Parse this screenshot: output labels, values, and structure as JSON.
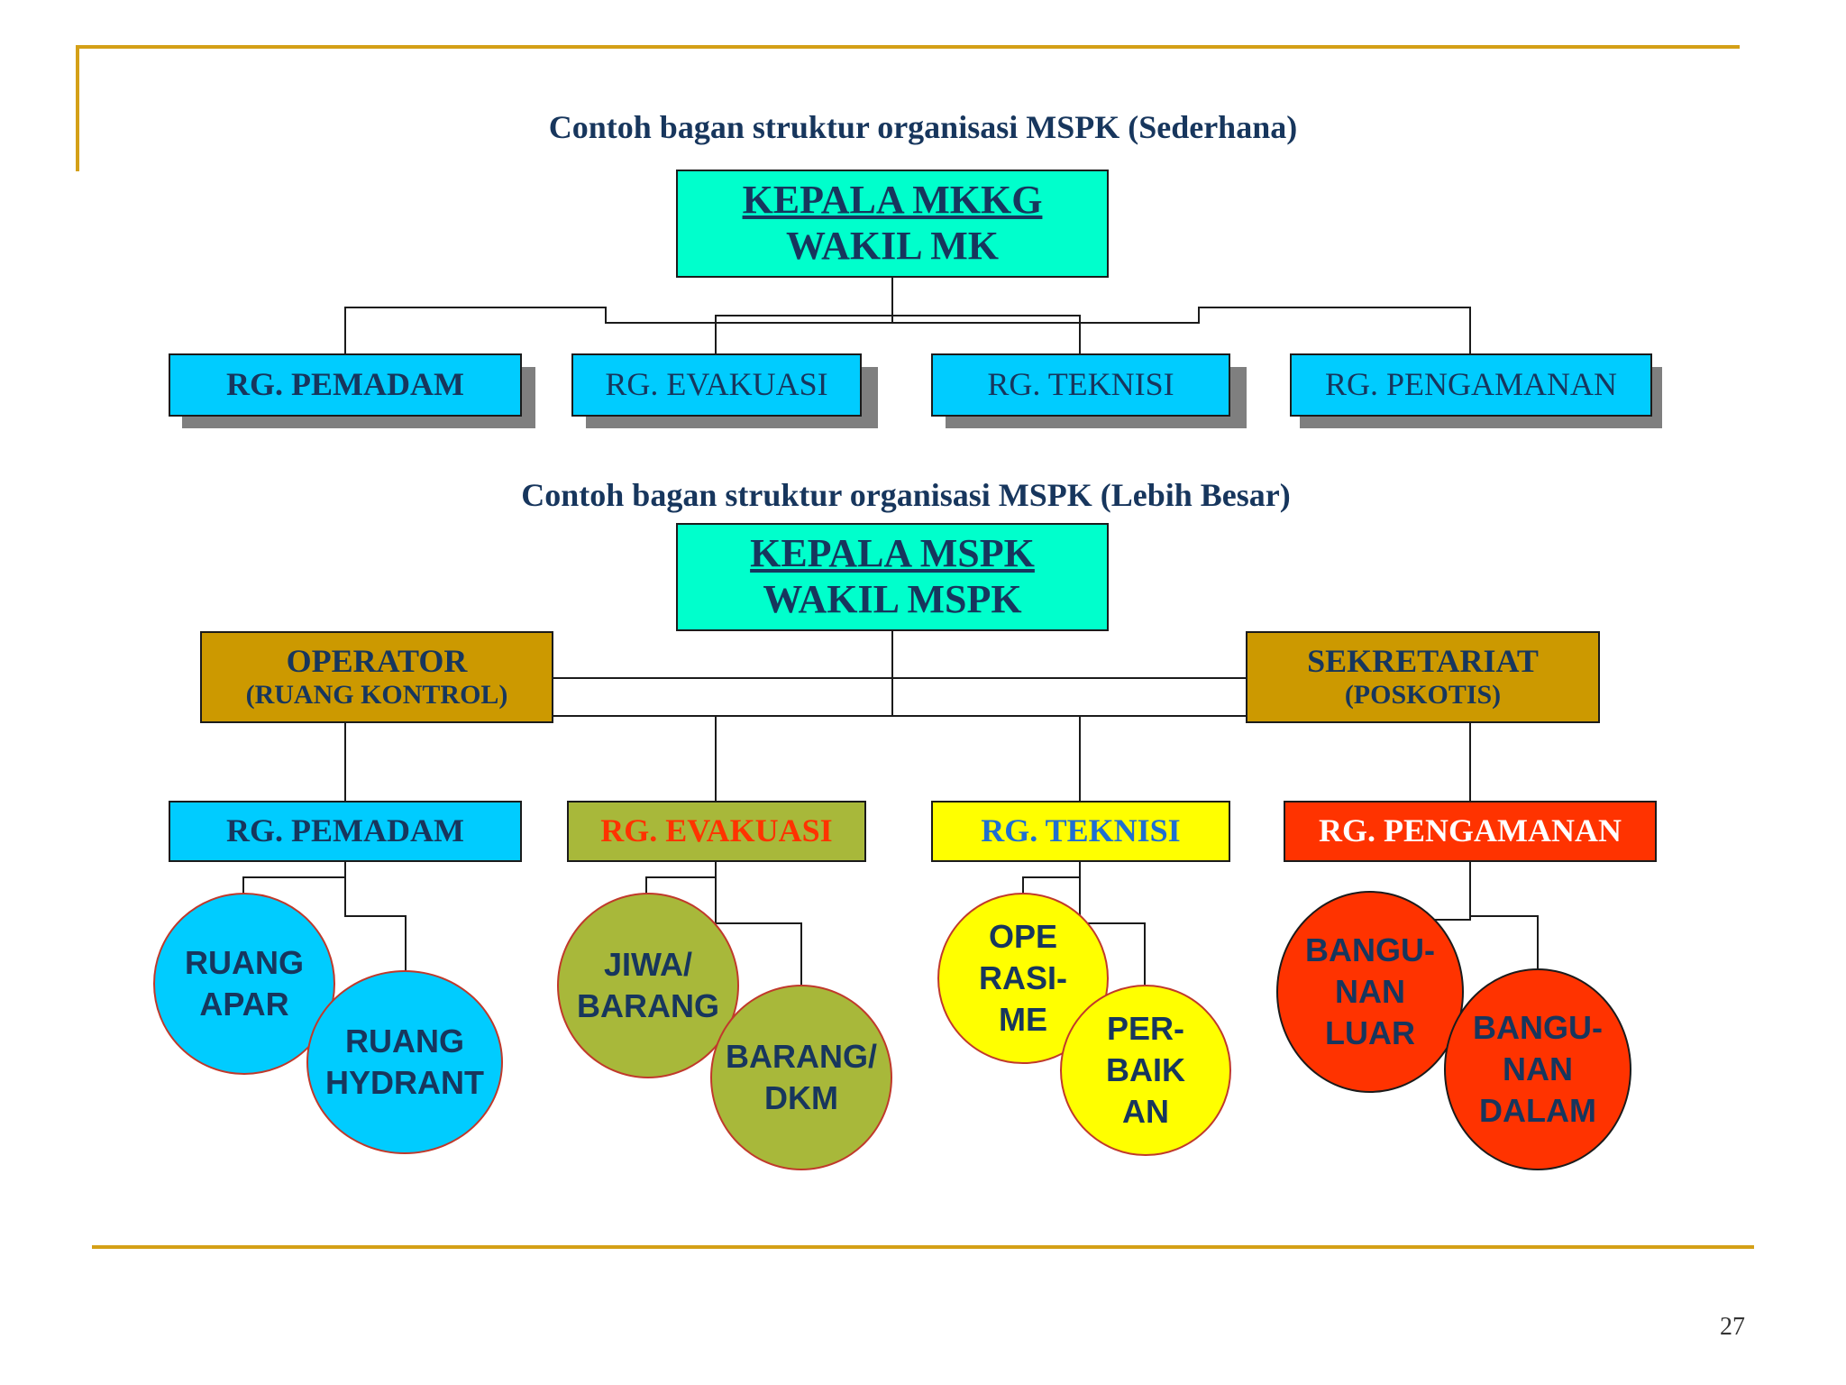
{
  "theme": {
    "frame_color": "#d4a017",
    "title_color": "#17365d",
    "head_color": "#00ffcc",
    "unit_blue": "#00ccff",
    "side_gold": "#cc9900",
    "olive": "#a8b83a",
    "yellow": "#ffff00",
    "red": "#ff3300",
    "blue_text": "#1f6fd1",
    "red_text": "#ff3300",
    "white_text": "#ffffff"
  },
  "chart1": {
    "title": "Contoh bagan struktur organisasi MSPK (Sederhana)",
    "head": {
      "line1": "KEPALA MKKG",
      "line2": "WAKIL MK"
    },
    "units": [
      "RG. PEMADAM",
      "RG. EVAKUASI",
      "RG. TEKNISI",
      "RG. PENGAMANAN"
    ]
  },
  "chart2": {
    "title": "Contoh bagan struktur organisasi MSPK (Lebih Besar)",
    "head": {
      "line1": "KEPALA MSPK",
      "line2": "WAKIL MSPK"
    },
    "operator": {
      "line1": "OPERATOR",
      "line2": "(RUANG KONTROL)"
    },
    "sekretariat": {
      "line1": "SEKRETARIAT",
      "line2": "(POSKOTIS)"
    },
    "units": [
      "RG. PEMADAM",
      "RG. EVAKUASI",
      "RG. TEKNISI",
      "RG. PENGAMANAN"
    ],
    "subunits": {
      "pemadam": [
        [
          "RUANG",
          "APAR"
        ],
        [
          "RUANG",
          "HYDRANT"
        ]
      ],
      "evakuasi": [
        [
          "JIWA/",
          "BARANG"
        ],
        [
          "BARANG/",
          "DKM"
        ]
      ],
      "teknisi": [
        [
          "OPE",
          "RASI-",
          "ME"
        ],
        [
          "PER-",
          "BAIK",
          "AN"
        ]
      ],
      "pengamanan": [
        [
          "BANGU-",
          "NAN",
          "LUAR"
        ],
        [
          "BANGU-",
          "NAN",
          "DALAM"
        ]
      ]
    }
  },
  "page_number": "27"
}
